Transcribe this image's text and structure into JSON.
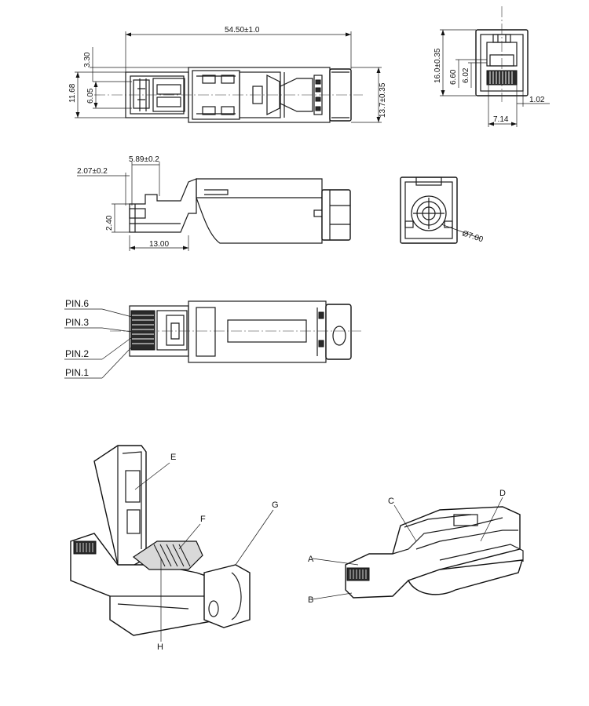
{
  "dimensions": {
    "overall_length": "54.50±1.0",
    "top_offset": "3.30",
    "plug_height": "11.68",
    "plug_inner": "6.05",
    "body_height": "13.7±0.35",
    "end_height": "16.0±0.35",
    "end_inner_a": "6.60",
    "end_inner_b": "6.02",
    "end_offset": "1.02",
    "end_width": "7.14",
    "tip_a": "2.07±0.2",
    "tip_b": "5.89±0.2",
    "tip_height": "2.40",
    "tip_length": "13.00",
    "cable_dia": "Ø7.00"
  },
  "pins": [
    "PIN.6",
    "PIN.3",
    "PIN.2",
    "PIN.1"
  ],
  "callouts": {
    "A": "A",
    "B": "B",
    "C": "C",
    "D": "D",
    "E": "E",
    "F": "F",
    "G": "G",
    "H": "H"
  }
}
